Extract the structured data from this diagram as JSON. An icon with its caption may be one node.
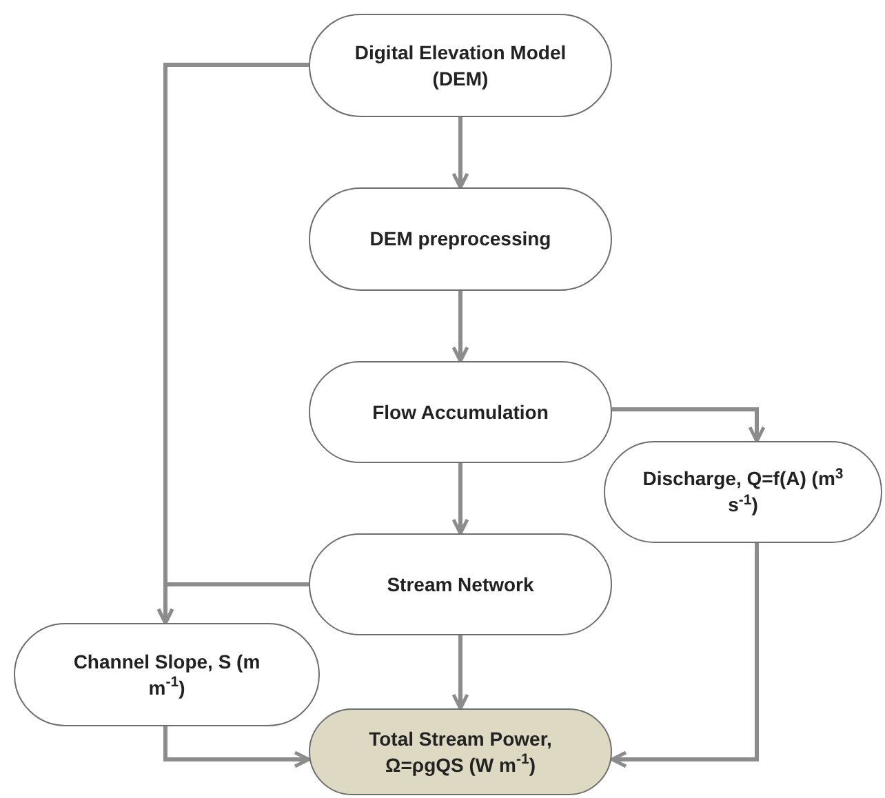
{
  "diagram": {
    "nodes": [
      {
        "text": [
          "Digital Elevation Model (DEM)"
        ]
      },
      {
        "text": [
          "DEM preprocessing"
        ]
      },
      {
        "text": [
          "Flow Accumulation"
        ]
      },
      {
        "text": [
          "Discharge, Q=f(A) (m$^{3}$ s$^{-1}$)"
        ]
      },
      {
        "text": [
          "Stream Network"
        ]
      },
      {
        "text": [
          "Channel Slope, S (m m$^{-1}$)"
        ]
      },
      {
        "text": [
          "Total Stream Power, Ω=ρgQS (W m$^{-1}$)"
        ]
      }
    ],
    "edges": [
      {
        "from": 0,
        "to": 1,
        "arrow": "to"
      },
      {
        "from": 1,
        "to": 2,
        "arrow": "to"
      },
      {
        "from": 2,
        "to": 4,
        "arrow": "to"
      },
      {
        "from": 2,
        "to": 3,
        "arrow": "to"
      },
      {
        "from": 0,
        "to": 5,
        "arrow": "to"
      },
      {
        "from": 4,
        "to": 5,
        "arrow": "to"
      },
      {
        "from": 4,
        "to": 6,
        "arrow": "to"
      },
      {
        "from": 5,
        "to": 6,
        "arrow": "to"
      },
      {
        "from": 3,
        "to": 6,
        "arrow": "to"
      }
    ]
  }
}
